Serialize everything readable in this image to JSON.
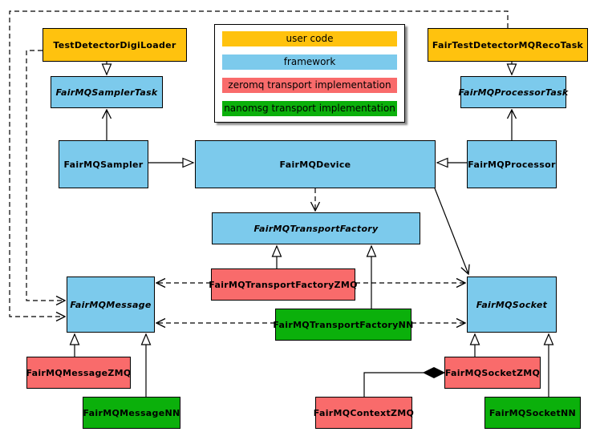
{
  "colors": {
    "user_code": "#FFC20E",
    "framework": "#7CCAEC",
    "zeromq": "#F96B6B",
    "nanomsg": "#0BB00B",
    "border": "#000000",
    "background": "#FFFFFF"
  },
  "diagram": {
    "type": "uml-class-diagram",
    "legend": {
      "items": [
        {
          "label": "user code",
          "color": "#FFC20E"
        },
        {
          "label": "framework",
          "color": "#7CCAEC"
        },
        {
          "label": "zeromq transport implementation",
          "color": "#F96B6B"
        },
        {
          "label": "nanomsg transport implementation",
          "color": "#0BB00B"
        }
      ]
    },
    "nodes": {
      "testLoader": {
        "label": "TestDetectorDigiLoader",
        "category": "user code",
        "abstract": false
      },
      "recoTask": {
        "label": "FairTestDetectorMQRecoTask",
        "category": "user code",
        "abstract": false
      },
      "samplerTask": {
        "label": "FairMQSamplerTask",
        "category": "framework",
        "abstract": true
      },
      "processorTask": {
        "label": "FairMQProcessorTask",
        "category": "framework",
        "abstract": true
      },
      "sampler": {
        "label": "FairMQSampler",
        "category": "framework",
        "abstract": false
      },
      "device": {
        "label": "FairMQDevice",
        "category": "framework",
        "abstract": false
      },
      "processor": {
        "label": "FairMQProcessor",
        "category": "framework",
        "abstract": false
      },
      "transportFactory": {
        "label": "FairMQTransportFactory",
        "category": "framework",
        "abstract": true
      },
      "tfZmq": {
        "label": "FairMQTransportFactoryZMQ",
        "category": "zeromq",
        "abstract": false
      },
      "tfNn": {
        "label": "FairMQTransportFactoryNN",
        "category": "nanomsg",
        "abstract": false
      },
      "message": {
        "label": "FairMQMessage",
        "category": "framework",
        "abstract": true
      },
      "socket": {
        "label": "FairMQSocket",
        "category": "framework",
        "abstract": true
      },
      "msgZmq": {
        "label": "FairMQMessageZMQ",
        "category": "zeromq",
        "abstract": false
      },
      "msgNn": {
        "label": "FairMQMessageNN",
        "category": "nanomsg",
        "abstract": false
      },
      "sockZmq": {
        "label": "FairMQSocketZMQ",
        "category": "zeromq",
        "abstract": false
      },
      "sockNn": {
        "label": "FairMQSocketNN",
        "category": "nanomsg",
        "abstract": false
      },
      "contextZmq": {
        "label": "FairMQContextZMQ",
        "category": "zeromq",
        "abstract": false
      }
    },
    "edges": [
      {
        "from": "TestDetectorDigiLoader",
        "to": "FairMQSamplerTask",
        "type": "inheritance"
      },
      {
        "from": "FairTestDetectorMQRecoTask",
        "to": "FairMQProcessorTask",
        "type": "inheritance"
      },
      {
        "from": "FairMQSampler",
        "to": "FairMQSamplerTask",
        "type": "association"
      },
      {
        "from": "FairMQProcessor",
        "to": "FairMQProcessorTask",
        "type": "association"
      },
      {
        "from": "FairMQSampler",
        "to": "FairMQDevice",
        "type": "inheritance"
      },
      {
        "from": "FairMQProcessor",
        "to": "FairMQDevice",
        "type": "inheritance"
      },
      {
        "from": "FairMQDevice",
        "to": "FairMQTransportFactory",
        "type": "dependency"
      },
      {
        "from": "FairMQDevice",
        "to": "FairMQSocket",
        "type": "association"
      },
      {
        "from": "TestDetectorDigiLoader",
        "to": "FairMQMessage",
        "type": "dependency"
      },
      {
        "from": "FairTestDetectorMQRecoTask",
        "to": "FairMQMessage",
        "type": "dependency"
      },
      {
        "from": "FairMQTransportFactoryZMQ",
        "to": "FairMQTransportFactory",
        "type": "inheritance"
      },
      {
        "from": "FairMQTransportFactoryNN",
        "to": "FairMQTransportFactory",
        "type": "inheritance"
      },
      {
        "from": "FairMQTransportFactoryZMQ",
        "to": "FairMQMessage",
        "type": "dependency"
      },
      {
        "from": "FairMQTransportFactoryZMQ",
        "to": "FairMQSocket",
        "type": "dependency"
      },
      {
        "from": "FairMQTransportFactoryNN",
        "to": "FairMQMessage",
        "type": "dependency"
      },
      {
        "from": "FairMQTransportFactoryNN",
        "to": "FairMQSocket",
        "type": "dependency"
      },
      {
        "from": "FairMQMessageZMQ",
        "to": "FairMQMessage",
        "type": "inheritance"
      },
      {
        "from": "FairMQMessageNN",
        "to": "FairMQMessage",
        "type": "inheritance"
      },
      {
        "from": "FairMQSocketZMQ",
        "to": "FairMQSocket",
        "type": "inheritance"
      },
      {
        "from": "FairMQSocketNN",
        "to": "FairMQSocket",
        "type": "inheritance"
      },
      {
        "from": "FairMQContextZMQ",
        "to": "FairMQSocketZMQ",
        "type": "composition"
      }
    ]
  }
}
